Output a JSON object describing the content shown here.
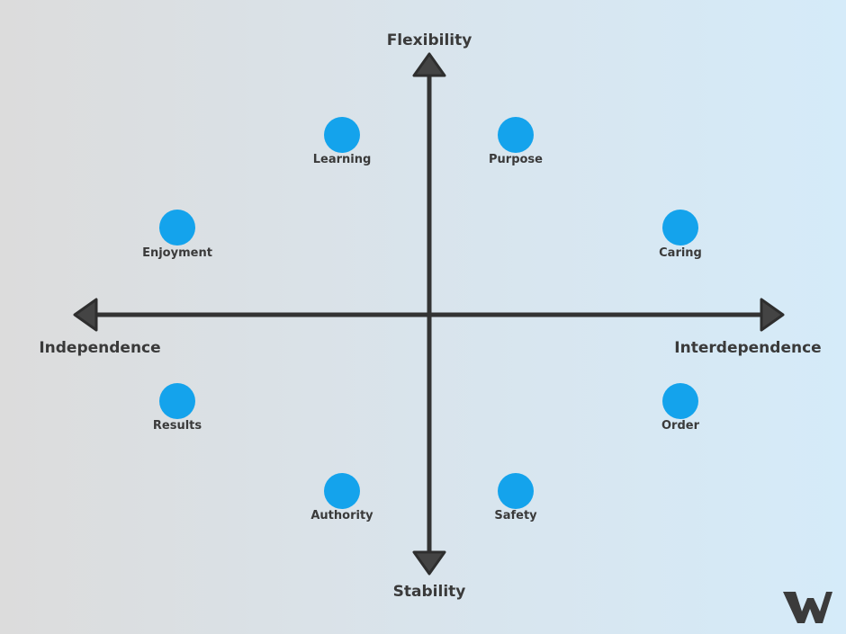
{
  "axes": {
    "top": "Flexibility",
    "bottom": "Stability",
    "left": "Independence",
    "right": "Interdependence"
  },
  "points": [
    {
      "label": "Learning"
    },
    {
      "label": "Purpose"
    },
    {
      "label": "Enjoyment"
    },
    {
      "label": "Caring"
    },
    {
      "label": "Results"
    },
    {
      "label": "Order"
    },
    {
      "label": "Authority"
    },
    {
      "label": "Safety"
    }
  ],
  "colors": {
    "point": "#14a3ec",
    "axis": "#333333",
    "logo": "#3b3b3b"
  },
  "logo": {
    "icon": "w-logo-icon",
    "text": "W"
  }
}
